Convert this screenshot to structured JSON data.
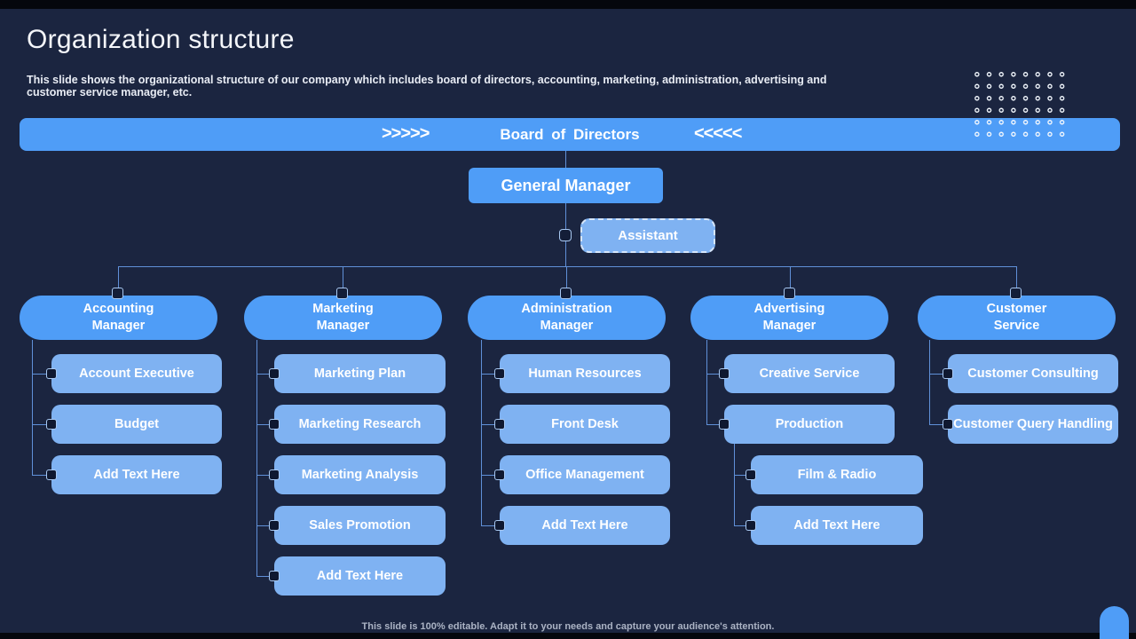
{
  "slide": {
    "title": "Organization structure",
    "subtitle": "This slide shows the organizational structure of our company which includes board of directors, accounting, marketing, administration, advertising and customer service manager, etc.",
    "footer": "This slide is 100% editable. Adapt it to your needs and capture your audience's attention."
  },
  "colors": {
    "background": "#1B2540",
    "primary_blue": "#4F9DF7",
    "light_blue": "#7FB2F2",
    "connector_line": "#6090D8"
  },
  "org": {
    "board": {
      "label": "Board of Directors",
      "chevrons_left": ">>>>>",
      "chevrons_right": "<<<<<"
    },
    "general_manager": "General Manager",
    "assistant": "Assistant",
    "branches": [
      {
        "line1": "Accounting",
        "line2": "Manager",
        "children": [
          "Account Executive",
          "Budget",
          "Add Text Here"
        ]
      },
      {
        "line1": "Marketing",
        "line2": "Manager",
        "children": [
          "Marketing Plan",
          "Marketing Research",
          "Marketing Analysis",
          "Sales Promotion",
          "Add Text Here"
        ]
      },
      {
        "line1": "Administration",
        "line2": "Manager",
        "children": [
          "Human Resources",
          "Front Desk",
          "Office Management",
          "Add Text Here"
        ]
      },
      {
        "line1": "Advertising",
        "line2": "Manager",
        "children": [
          "Creative Service",
          "Production"
        ],
        "production_children": [
          "Film & Radio",
          "Add Text Here"
        ]
      },
      {
        "line1": "Customer",
        "line2": "Service",
        "children": [
          "Customer Consulting",
          "Customer Query Handling"
        ]
      }
    ]
  }
}
